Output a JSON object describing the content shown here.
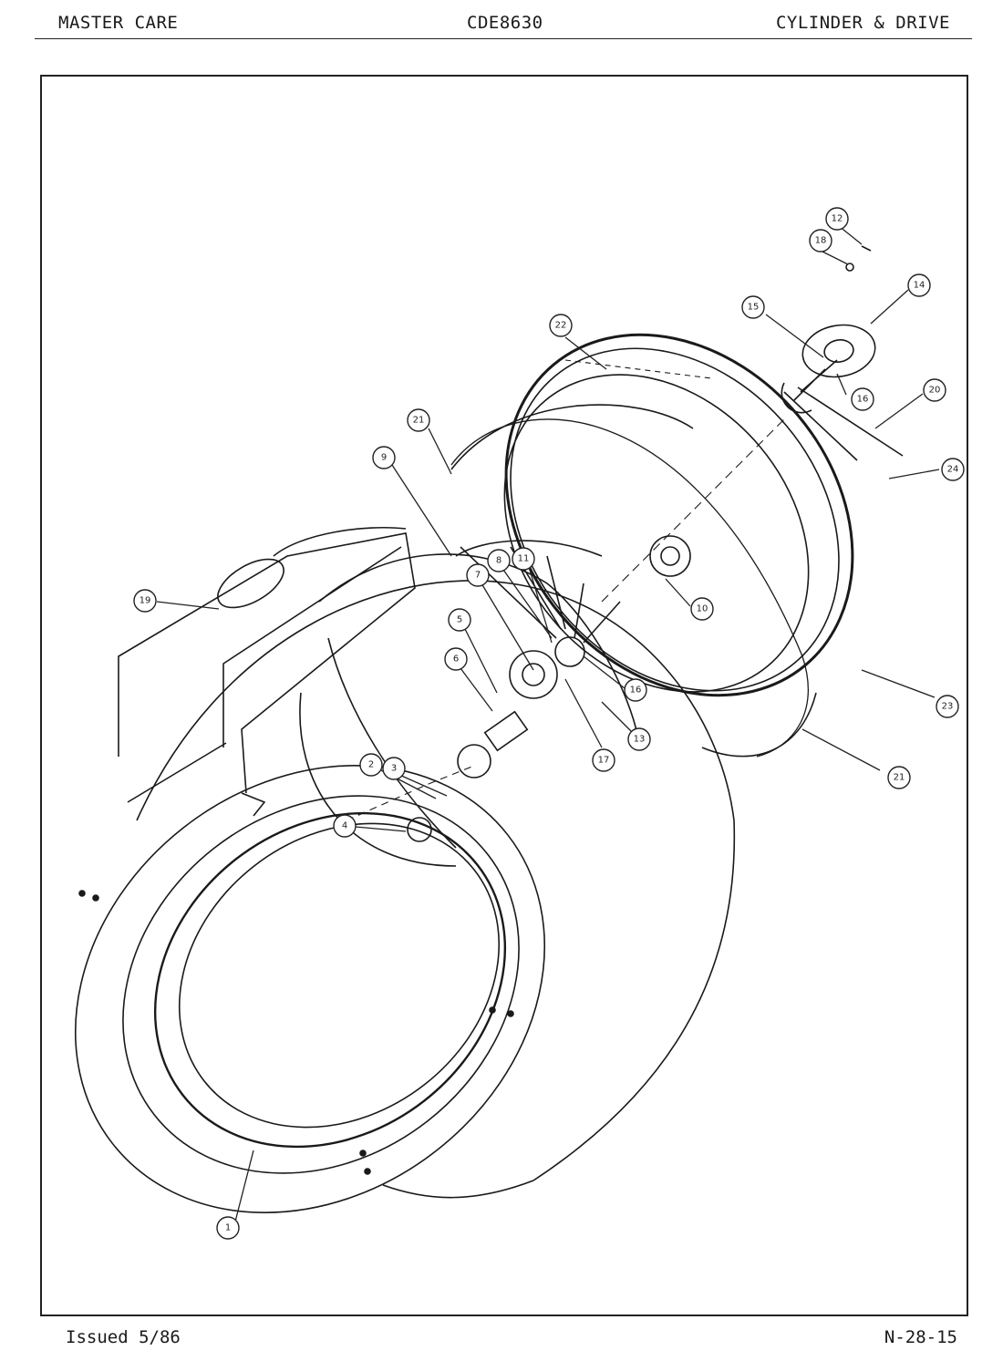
{
  "header": {
    "left": "MASTER CARE",
    "center": "CDE8630",
    "right": "CYLINDER & DRIVE"
  },
  "footer": {
    "left": "Issued 5/86",
    "right": "N-28-15"
  },
  "callouts": [
    "1",
    "2",
    "3",
    "4",
    "5",
    "6",
    "7",
    "8",
    "9",
    "10",
    "11",
    "12",
    "13",
    "14",
    "15",
    "16",
    "16",
    "17",
    "18",
    "19",
    "20",
    "21",
    "21",
    "22",
    "23",
    "24"
  ]
}
